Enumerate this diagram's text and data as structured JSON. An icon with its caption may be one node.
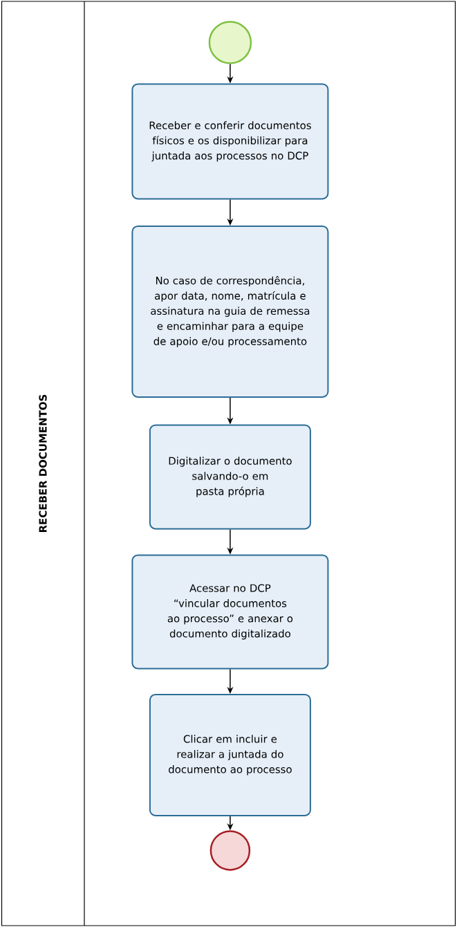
{
  "diagram": {
    "nodes": [
      {
        "text": [
          "RECEBER DOCUMENTOS"
        ]
      },
      {
        "text": [],
        "shape": "circle",
        "in": 0
      },
      {
        "text": [
          "Receber e conferir documentos físicos e os disponibilizar para juntada aos processos no DCP"
        ],
        "in": 0
      },
      {
        "text": [
          "No caso de correspondência, apor data, nome, matrícula e assinatura na guia de remessa e encaminhar para a equipe de apoio e/ou processamento"
        ],
        "in": 0
      },
      {
        "text": [
          "Digitalizar o documento salvando-o em pasta própria"
        ],
        "in": 0
      },
      {
        "text": [
          "Acessar no DCP “vincular documentos ao processo” e anexar o documento digitalizado"
        ],
        "in": 0
      },
      {
        "text": [
          "Clicar em incluir e realizar a juntada do documento ao processo"
        ],
        "in": 0
      },
      {
        "text": [],
        "shape": "circle",
        "in": 0
      }
    ],
    "edges": [
      {
        "from": 1,
        "to": 2,
        "arrow": "to"
      },
      {
        "from": 2,
        "to": 3,
        "arrow": "to"
      },
      {
        "from": 3,
        "to": 4,
        "arrow": "to"
      },
      {
        "from": 4,
        "to": 5,
        "arrow": "to"
      },
      {
        "from": 5,
        "to": 6,
        "arrow": "to"
      },
      {
        "from": 6,
        "to": 7,
        "arrow": "to"
      }
    ]
  }
}
